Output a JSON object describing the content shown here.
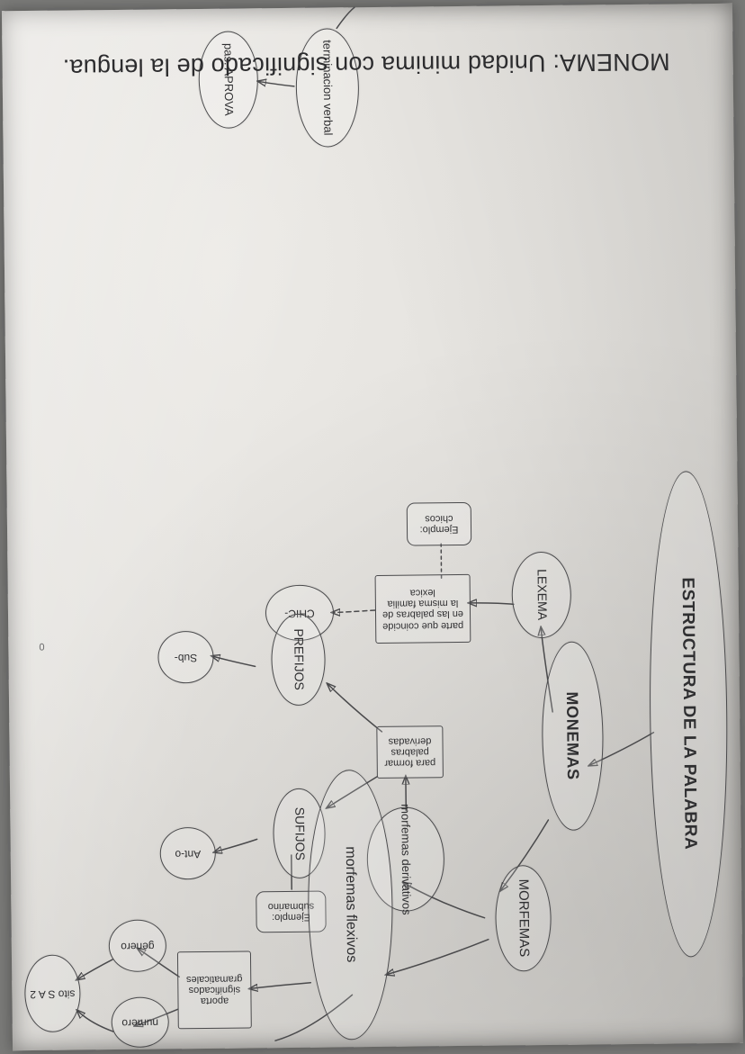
{
  "document": {
    "kind": "photographed handwritten concept map",
    "orientation_note": "upside-down",
    "title": "MONEMA: Unidad minima con significado de la lengua.",
    "margin_mark": "0"
  },
  "diagram": {
    "root": {
      "label": "ESTRUCTURA DE LA PALABRA"
    },
    "nodes": [
      {
        "id": "monemas",
        "label": "MONEMAS",
        "shape": "ellipse"
      },
      {
        "id": "morfemas",
        "label": "MORFEMAS",
        "shape": "ellipse"
      },
      {
        "id": "lexema",
        "label": "LEXEMA",
        "shape": "ellipse"
      },
      {
        "id": "lexema_def",
        "label": "parte que coincide en las palabras de la misma familia lexica",
        "shape": "box"
      },
      {
        "id": "chic",
        "label": "CHIC-",
        "shape": "ellipse"
      },
      {
        "id": "lexema_ejemplo",
        "label": "Ejemplo: chicos",
        "shape": "box"
      },
      {
        "id": "derivativos",
        "label": "morfemas derivativos",
        "shape": "ellipse"
      },
      {
        "id": "derivativos_def",
        "label": "para formar palabras derivadas",
        "shape": "box"
      },
      {
        "id": "sufijos",
        "label": "SUFIJOS",
        "shape": "ellipse"
      },
      {
        "id": "prefijos",
        "label": "PREFIJOS",
        "shape": "ellipse"
      },
      {
        "id": "ant",
        "label": "Ant-o",
        "shape": "ellipse"
      },
      {
        "id": "sub",
        "label": "Sub-",
        "shape": "ellipse"
      },
      {
        "id": "sufijos_ejemplo",
        "label": "Ejemplo: submarino",
        "shape": "box"
      },
      {
        "id": "flexivos",
        "label": "morfemas flexivos",
        "shape": "ellipse"
      },
      {
        "id": "flexivos_def",
        "label": "aporta significados gramaticales",
        "shape": "box"
      },
      {
        "id": "genero",
        "label": "genero",
        "shape": "ellipse"
      },
      {
        "id": "numero",
        "label": "numero",
        "shape": "ellipse"
      },
      {
        "id": "sito_a_s",
        "label": "sito S A 2",
        "shape": "ellipse"
      },
      {
        "id": "terminacion",
        "label": "terminacion verbal",
        "shape": "ellipse"
      },
      {
        "id": "pas_aprova",
        "label": "pas. APROVA",
        "shape": "ellipse"
      }
    ]
  }
}
